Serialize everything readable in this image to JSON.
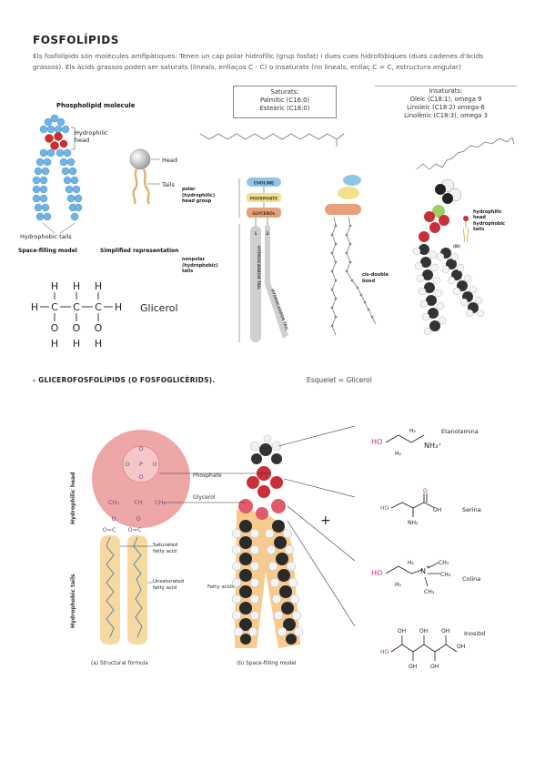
{
  "title": "FOSFOLÍPIDS",
  "intro": "Els fosfolípids són molècules amfipàtiques. Tenen un cap polar hidrofílic (grup fosfat) i dues cues hidrofòbiques (dues cadenes d'àcids grassos). Els àcids grassos poden ser saturats (lineals, enllaços C - C) o insaturats (no lineals, enllaç C = C, estructura angular)",
  "saturats": {
    "title": "Saturats:",
    "line1": "Palmític (C16:0)",
    "line2": "Esteàric (C18:0)"
  },
  "insaturats": {
    "title": "Insaturats:",
    "line1": "Oleic (C18:1), omega 9",
    "line2": "Linoleic (C18:2) omega-6",
    "line3": "Linolènic (C18:3), omega 3"
  },
  "phospholipid_fig": {
    "title": "Phospholipid molecule",
    "hydrophilic_head": "Hydrophilic head",
    "hydrophobic_tails": "Hydrophobic tails",
    "space_filling": "Space-filling model",
    "simplified": "Simplified representation",
    "head": "Head",
    "tails": "Tails"
  },
  "glicerol": {
    "label": "Glicerol",
    "h": "H",
    "c": "C",
    "o": "O"
  },
  "choline_fig": {
    "choline": "CHOLINE",
    "phosphate": "PHOSPHATE",
    "glycerol": "GLYCEROL",
    "polar_head": "polar (hydrophilic) head group",
    "nonpolar_tails": "nonpolar (hydrophobic) tails",
    "hydrocarbon_tail": "HYDROCARBON TAIL",
    "cis_double_bond": "cis-double bond",
    "num1": "1",
    "num2": "2",
    "hydrophilic_head": "hydrophilic head",
    "hydrophobic_tails": "hydrophobic tails",
    "d_label": "(D)"
  },
  "section2": {
    "title": "- GLICEROFOSFOLÍPIDS (O FOSFOGLICÈRIDS).",
    "esquelet": "Esquelet = Glicerol"
  },
  "glycero_fig": {
    "hydrophilic_head": "Hydrophilic head",
    "hydrophobic_tails": "Hydrophobic tails",
    "phosphate": "Phosphate",
    "glycerol": "Glycerol",
    "saturated": "Saturated fatty acid",
    "unsaturated": "Unsaturated fatty acid",
    "fatty_acids": "Fatty acids",
    "structural": "(a) Structural formula",
    "space_filling": "(b) Space-filling model",
    "plus": "+"
  },
  "head_groups": {
    "etanolamina": "Etanolamina",
    "serina": "Serina",
    "colina": "Colina",
    "inositol": "Inositol"
  },
  "colors": {
    "accent_pink": "#e08a8a",
    "tail_yellow": "#f6d9a0",
    "choline_blue": "#8fc6e8",
    "phosphate_yellow": "#f2e08a",
    "glycerol_orange": "#e8a07a",
    "magenta": "#cc2b8a"
  }
}
